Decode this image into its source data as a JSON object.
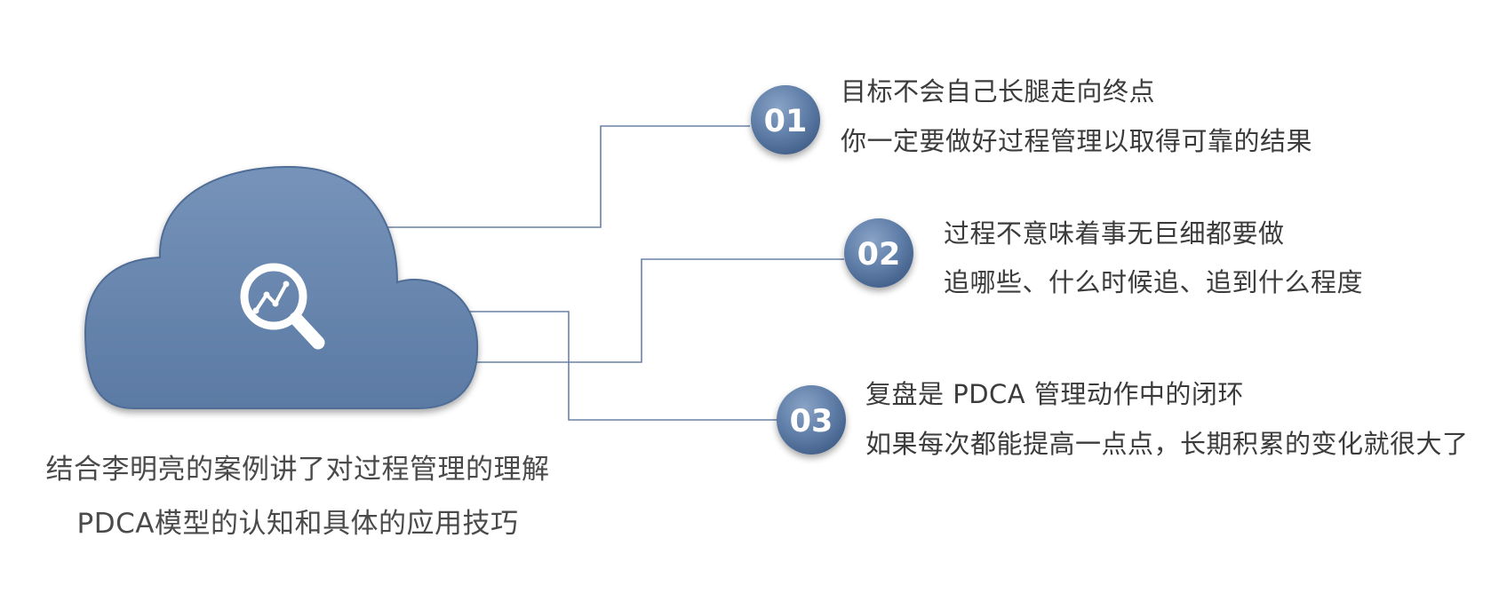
{
  "items": [
    {
      "number": "01",
      "title": "目标不会自己长腿走向终点",
      "detail": "你一定要做好过程管理以取得可靠的结果"
    },
    {
      "number": "02",
      "title": "过程不意味着事无巨细都要做",
      "detail": "追哪些、什么时候追、追到什么程度"
    },
    {
      "number": "03",
      "title": "复盘是 PDCA 管理动作中的闭环",
      "detail": "如果每次都能提高一点点，长期积累的变化就很大了"
    }
  ],
  "caption": {
    "line1": "结合李明亮的案例讲了对过程管理的理解",
    "line2": "PDCA模型的认知和具体的应用技巧"
  },
  "icons": {
    "center": "magnifier-chart-icon"
  },
  "colors": {
    "cloud": "#6583ab",
    "badge": "#5f7ea8",
    "connector": "#6a82a6",
    "text": "#3b3b3b"
  }
}
